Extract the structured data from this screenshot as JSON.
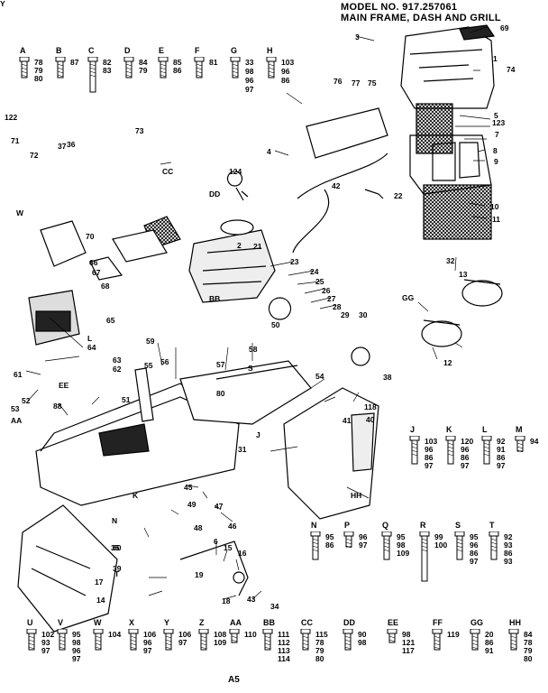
{
  "header": {
    "model": "MODEL NO. 917.257061",
    "section": "MAIN FRAME, DASH AND GRILL"
  },
  "page_number": "A5",
  "hardware_top": [
    {
      "letter": "A",
      "nums": [
        "78",
        "79",
        "80"
      ]
    },
    {
      "letter": "B",
      "nums": [
        "87"
      ]
    },
    {
      "letter": "C",
      "nums": [
        "82",
        "83"
      ]
    },
    {
      "letter": "D",
      "nums": [
        "84",
        "79"
      ]
    },
    {
      "letter": "E",
      "nums": [
        "85",
        "86"
      ]
    },
    {
      "letter": "F",
      "nums": [
        "81"
      ]
    },
    {
      "letter": "G",
      "nums": [
        "33",
        "98",
        "96",
        "97"
      ]
    },
    {
      "letter": "H",
      "nums": [
        "103",
        "96",
        "86"
      ]
    }
  ],
  "hardware_right": [
    {
      "letter": "J",
      "nums": [
        "103",
        "96",
        "86",
        "97"
      ]
    },
    {
      "letter": "K",
      "nums": [
        "120",
        "96",
        "86",
        "97"
      ]
    },
    {
      "letter": "L",
      "nums": [
        "92",
        "91",
        "86",
        "97"
      ]
    },
    {
      "letter": "M",
      "nums": [
        "94"
      ]
    },
    {
      "letter": "N",
      "nums": [
        "95",
        "86"
      ]
    },
    {
      "letter": "P",
      "nums": [
        "96",
        "97"
      ]
    },
    {
      "letter": "Q",
      "nums": [
        "95",
        "98",
        "109"
      ]
    },
    {
      "letter": "R",
      "nums": [
        "99",
        "100"
      ]
    },
    {
      "letter": "S",
      "nums": [
        "95",
        "96",
        "86",
        "97"
      ]
    },
    {
      "letter": "T",
      "nums": [
        "92",
        "93",
        "86",
        "93"
      ]
    }
  ],
  "hardware_bottom": [
    {
      "letter": "U",
      "nums": [
        "102",
        "93",
        "97"
      ]
    },
    {
      "letter": "V",
      "nums": [
        "95",
        "98",
        "96",
        "97"
      ]
    },
    {
      "letter": "W",
      "nums": [
        "104"
      ]
    },
    {
      "letter": "X",
      "nums": [
        "106",
        "96",
        "97"
      ]
    },
    {
      "letter": "Y",
      "nums": [
        "106",
        "97"
      ]
    },
    {
      "letter": "Z",
      "nums": [
        "108",
        "109"
      ]
    },
    {
      "letter": "AA",
      "nums": [
        "110"
      ]
    },
    {
      "letter": "BB",
      "nums": [
        "111",
        "112",
        "113",
        "114"
      ]
    },
    {
      "letter": "CC",
      "nums": [
        "115",
        "78",
        "79",
        "80"
      ]
    },
    {
      "letter": "DD",
      "nums": [
        "90",
        "98"
      ]
    },
    {
      "letter": "EE",
      "nums": [
        "98",
        "121",
        "117"
      ]
    },
    {
      "letter": "FF",
      "nums": [
        "119"
      ]
    },
    {
      "letter": "GG",
      "nums": [
        "20",
        "86",
        "91"
      ]
    },
    {
      "letter": "HH",
      "nums": [
        "84",
        "78",
        "79",
        "80"
      ]
    }
  ],
  "callouts": [
    "69",
    "3",
    "1",
    "74",
    "5",
    "123",
    "7",
    "8",
    "9",
    "10",
    "11",
    "76",
    "77",
    "75",
    "4",
    "42",
    "73",
    "CC",
    "124",
    "DD",
    "122",
    "71",
    "72",
    "37",
    "36",
    "W",
    "70",
    "66",
    "67",
    "65",
    "68",
    "BB",
    "23",
    "24",
    "25",
    "26",
    "27",
    "28",
    "29",
    "30",
    "32",
    "13",
    "GG",
    "12",
    "2",
    "21",
    "22",
    "L",
    "64",
    "63",
    "62",
    "61",
    "53",
    "52",
    "EE",
    "AA",
    "88",
    "51",
    "55",
    "56",
    "57",
    "58",
    "59",
    "54",
    "38",
    "31",
    "118",
    "40",
    "41",
    "HH",
    "39",
    "60",
    "49",
    "48",
    "47",
    "46",
    "45",
    "6",
    "15",
    "16",
    "17",
    "14",
    "19",
    "18",
    "43",
    "34",
    "35",
    "50",
    "80",
    "J",
    "K",
    "N",
    "S",
    "T",
    "Y"
  ]
}
